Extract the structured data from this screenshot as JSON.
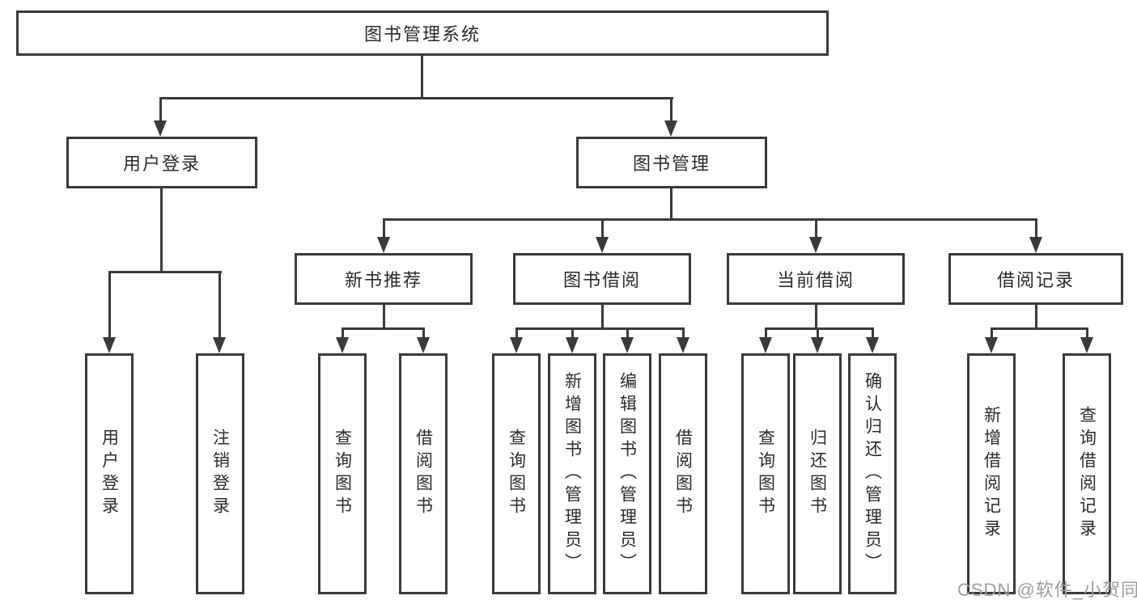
{
  "diagram": {
    "root": {
      "label": "图书管理系统"
    },
    "branches": [
      {
        "label": "用户登录",
        "children": [
          "用户登录",
          "注销登录"
        ]
      },
      {
        "label": "图书管理",
        "sections": [
          {
            "label": "新书推荐",
            "children": [
              "查询图书",
              "借阅图书"
            ]
          },
          {
            "label": "图书借阅",
            "children": [
              "查询图书",
              "新增图书（管理员）",
              "编辑图书（管理员）",
              "借阅图书"
            ]
          },
          {
            "label": "当前借阅",
            "children": [
              "查询图书",
              "归还图书",
              "确认归还（管理员）"
            ]
          },
          {
            "label": "借阅记录",
            "children": [
              "新增借阅记录",
              "查询借阅记录"
            ]
          }
        ]
      }
    ]
  },
  "watermark": {
    "text": "CSDN @软件_小贺同学"
  },
  "colors": {
    "line": "#3a3a3a",
    "text": "#2b2b2b",
    "watermark": "#9d9da1",
    "background": "#ffffff"
  }
}
